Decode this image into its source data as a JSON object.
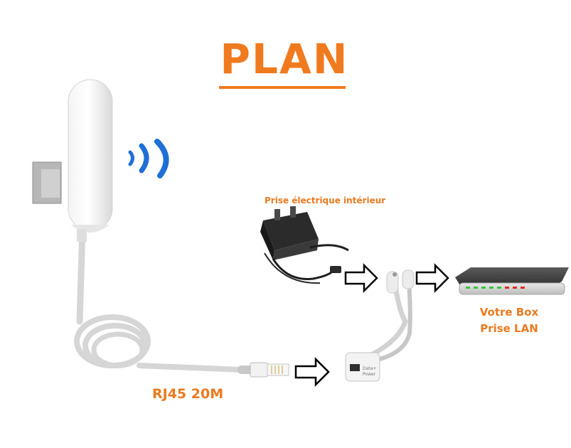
{
  "title": "PLAN",
  "labels": {
    "power_outlet": "Prise électrique intérieur",
    "box_line1": "Votre Box",
    "box_line2": "Prise LAN",
    "cable": "RJ45 20M"
  },
  "colors": {
    "accent_orange": "#f07a1e",
    "wifi_blue": "#1f6fd6",
    "led_green": "#3ac43a",
    "led_red": "#e02a2a"
  },
  "icons": [
    "antenna-icon",
    "wifi-signal-icon",
    "power-adapter-icon",
    "poe-injector-icon",
    "router-icon",
    "arrow-right-icon"
  ]
}
